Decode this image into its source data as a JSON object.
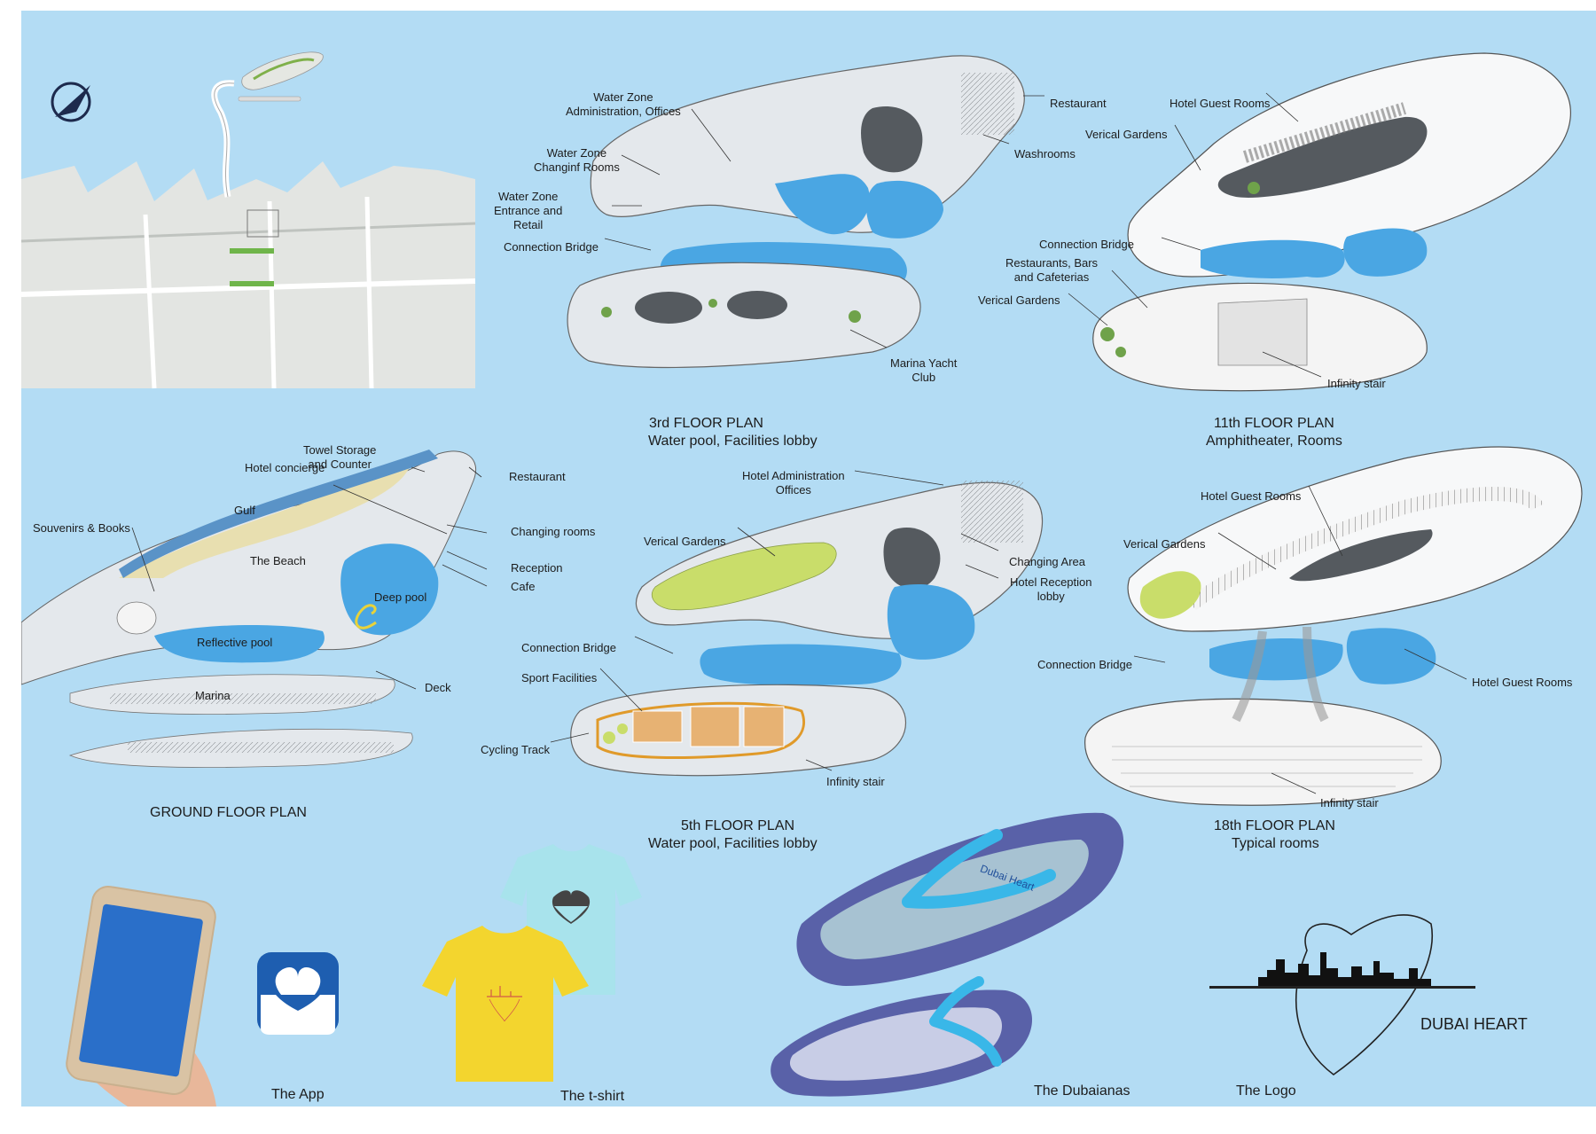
{
  "colors": {
    "background": "#b3dcf4",
    "water": "#4aa6e3",
    "deck": "#e4e8ec",
    "garden": "#c9dd6a",
    "icon_blue": "#1e5eb0",
    "shirt_yellow": "#f3d52e",
    "shirt_cyan": "#a8e3ec"
  },
  "ground": {
    "title": "GROUND FLOOR PLAN",
    "labels": {
      "towel": "Towel Storage\nand Counter",
      "concierge": "Hotel concierge",
      "gulf": "Gulf",
      "restaurant": "Restaurant",
      "souvenirs": "Souvenirs & Books",
      "changing": "Changing rooms",
      "beach": "The Beach",
      "reception": "Reception",
      "cafe": "Cafe",
      "deep_pool": "Deep pool",
      "reflective": "Reflective pool",
      "marina": "Marina",
      "deck": "Deck"
    }
  },
  "floor3": {
    "title": "3rd FLOOR PLAN",
    "subtitle": "Water pool, Facilities lobby",
    "labels": {
      "admin": "Water Zone\nAdministration, Offices",
      "restaurant": "Restaurant",
      "changing": "Water Zone\nChanginf Rooms",
      "washrooms": "Washrooms",
      "entrance": "Water Zone\nEntrance and\nRetail",
      "bridge": "Connection Bridge",
      "marina_club": "Marina Yacht\nClub"
    }
  },
  "floor11": {
    "title": "11th FLOOR PLAN",
    "subtitle": "Amphitheater, Rooms",
    "labels": {
      "rooms": "Hotel Guest Rooms",
      "gardens": "Verical Gardens",
      "bridge": "Connection Bridge",
      "restaurants": "Restaurants, Bars\nand Cafeterias",
      "gardens2": "Verical Gardens",
      "stair": "Infinity stair"
    }
  },
  "floor5": {
    "title": "5th FLOOR PLAN",
    "subtitle": "Water pool, Facilities lobby",
    "labels": {
      "admin": "Hotel Administration\nOffices",
      "gardens": "Verical Gardens",
      "changing": "Changing Area",
      "reception": "Hotel Reception\nlobby",
      "bridge": "Connection Bridge",
      "sport": "Sport Facilities",
      "cycling": "Cycling Track",
      "stair": "Infinity stair"
    }
  },
  "floor18": {
    "title": "18th FLOOR PLAN",
    "subtitle": "Typical rooms",
    "labels": {
      "rooms": "Hotel Guest Rooms",
      "gardens": "Verical Gardens",
      "bridge": "Connection Bridge",
      "rooms2": "Hotel Guest Rooms",
      "stair": "Infinity stair"
    }
  },
  "branding": {
    "app": "The App",
    "tshirt": "The t-shirt",
    "dubaianas": "The Dubaianas",
    "logo": "The Logo",
    "logo_text": "DUBAI HEART",
    "flipflop_text": "Dubai Heart"
  }
}
